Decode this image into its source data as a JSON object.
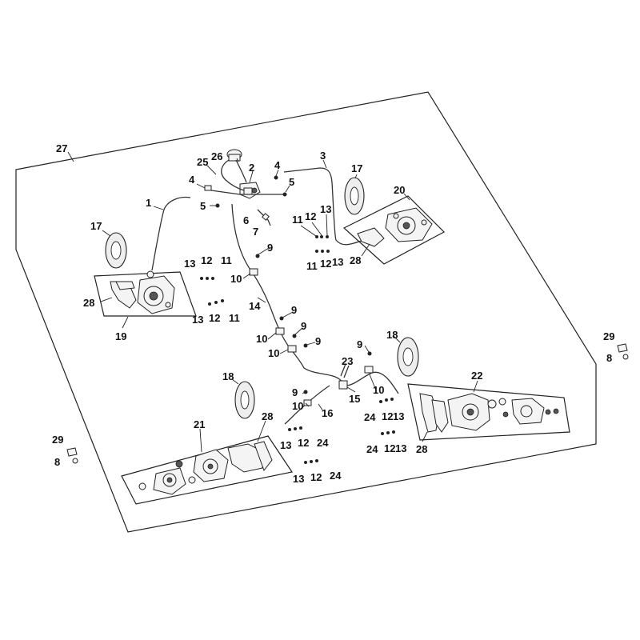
{
  "callouts": {
    "c1": "1",
    "c2": "2",
    "c3": "3",
    "c4a": "4",
    "c4b": "4",
    "c5a": "5",
    "c5b": "5",
    "c6": "6",
    "c7": "7",
    "c8a": "8",
    "c8b": "8",
    "c9a": "9",
    "c9b": "9",
    "c9c": "9",
    "c9d": "9",
    "c9e": "9",
    "c9f": "9",
    "c10a": "10",
    "c10b": "10",
    "c10c": "10",
    "c10d": "10",
    "c10e": "10",
    "c11a": "11",
    "c11b": "11",
    "c11c": "11",
    "c11d": "11",
    "c12a": "12",
    "c12b": "12",
    "c12c": "12",
    "c12d": "12",
    "c12e": "12",
    "c12f": "12",
    "c12g": "12",
    "c12h": "12",
    "c13a": "13",
    "c13b": "13",
    "c13c": "13",
    "c13d": "13",
    "c13e": "13",
    "c13f": "13",
    "c13g": "13",
    "c13h": "13",
    "c14": "14",
    "c15": "15",
    "c16": "16",
    "c17a": "17",
    "c17b": "17",
    "c18a": "18",
    "c18b": "18",
    "c19": "19",
    "c20": "20",
    "c21": "21",
    "c22": "22",
    "c23": "23",
    "c24a": "24",
    "c24b": "24",
    "c24c": "24",
    "c24d": "24",
    "c25": "25",
    "c26": "26",
    "c27": "27",
    "c28a": "28",
    "c28b": "28",
    "c28c": "28",
    "c28d": "28",
    "c29a": "29",
    "c29b": "29"
  }
}
